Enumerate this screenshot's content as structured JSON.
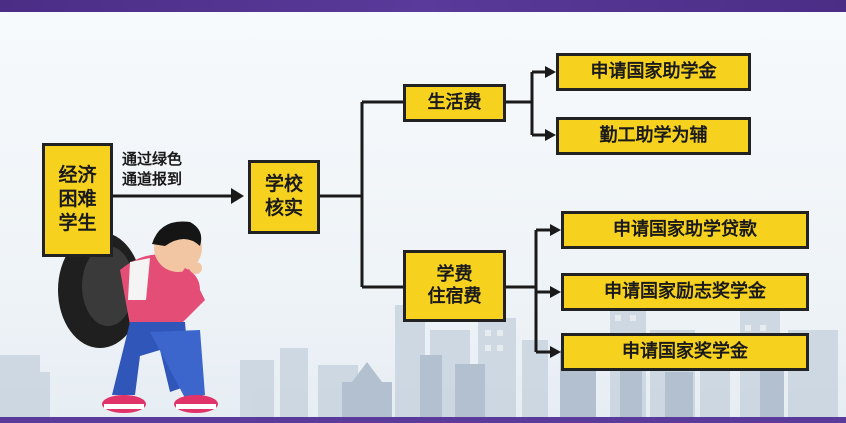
{
  "diagram": {
    "start_node": "经济\n困难\n学生",
    "arrow_label": "通过绿色\n通道报到",
    "verify_node": "学校\n核实",
    "branch_living": "生活费",
    "branch_tuition": "学费\n住宿费",
    "living_options": [
      "申请国家助学金",
      "勤工助学为辅"
    ],
    "tuition_options": [
      "申请国家助学贷款",
      "申请国家励志奖学金",
      "申请国家奖学金"
    ]
  },
  "colors": {
    "box_fill": "#f6d21f",
    "border": "#222222",
    "top_bar": "#4b2d86"
  }
}
